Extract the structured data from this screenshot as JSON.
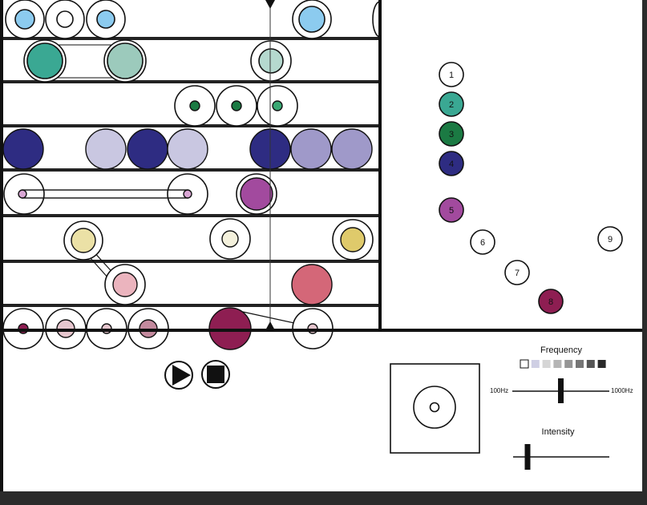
{
  "palette_legend": [
    {
      "label": "1",
      "color": "#ffffff"
    },
    {
      "label": "2",
      "color": "#3aa893"
    },
    {
      "label": "3",
      "color": "#1b7a43"
    },
    {
      "label": "4",
      "color": "#2e2c82"
    },
    {
      "label": "5",
      "color": "#a24a9e"
    },
    {
      "label": "6",
      "color": "#ffffff"
    },
    {
      "label": "7",
      "color": "#ffffff"
    },
    {
      "label": "8",
      "color": "#8e1e52"
    },
    {
      "label": "9",
      "color": "#ffffff"
    }
  ],
  "frequency": {
    "label": "Frequency",
    "min_label": "100Hz",
    "max_label": "1000Hz",
    "value_fraction": 0.5,
    "swatches": [
      "#ffffff",
      "#cfcfe4",
      "#d6d6d6",
      "#b5b5b5",
      "#959595",
      "#767676",
      "#555555",
      "#2a2a2a"
    ]
  },
  "intensity": {
    "label": "Intensity",
    "value_fraction": 0.15
  },
  "transport": {
    "play_icon": "play-icon",
    "stop_icon": "stop-icon"
  },
  "preview_icon": "pad-preview-icon",
  "colors": {
    "light_blue": "#8ccbef",
    "teal": "#3aa893",
    "teal_light": "#9ccabc",
    "teal_pale": "#b5d9cf",
    "green": "#1b7a43",
    "navy": "#2e2c82",
    "lavender": "#c9c7e1",
    "lavender_mid": "#9f99c9",
    "magenta": "#a24a9e",
    "pink_light": "#d9a6d4",
    "cream": "#ebe1a6",
    "cream_pale": "#f4f1dc",
    "mustard": "#dfca6b",
    "pink": "#ebb4be",
    "rose": "#d46778",
    "maroon": "#8e1e52",
    "mauve": "#c48a9e",
    "pink_pale": "#e6c6ce"
  }
}
